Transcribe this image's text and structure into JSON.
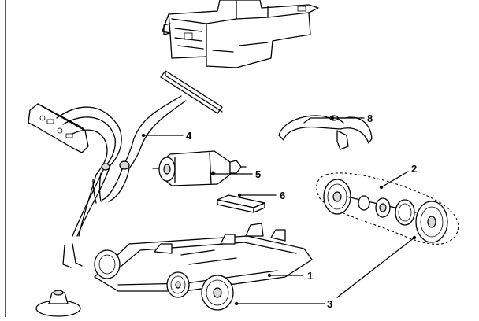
{
  "callouts": [
    {
      "number": "1",
      "part_icon": "chassis-base"
    },
    {
      "number": "2",
      "part_icon": "rear-axle-assembly"
    },
    {
      "number": "3",
      "part_icon": "wheels"
    },
    {
      "number": "4",
      "part_icon": "wiring-harness"
    },
    {
      "number": "5",
      "part_icon": "electric-motor"
    },
    {
      "number": "6",
      "part_icon": "adhesive-pad"
    },
    {
      "number": "8",
      "part_icon": "axle-bracket"
    }
  ]
}
